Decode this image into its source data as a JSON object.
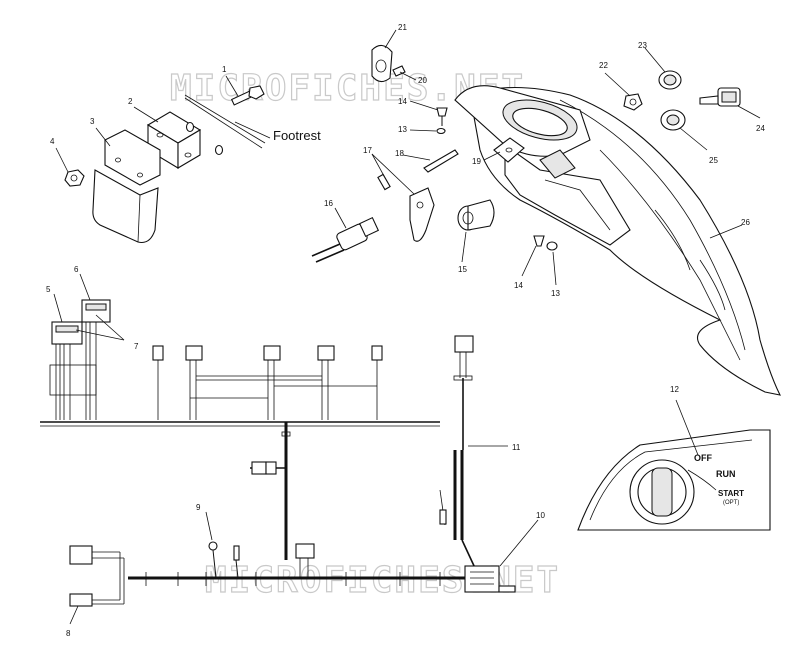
{
  "diagram": {
    "watermarks": [
      "MICROFICHES.NET",
      "MICROFICHES.NET"
    ],
    "labels": {
      "footrest": "Footrest"
    },
    "callouts": {
      "c1": "1",
      "c2": "2",
      "c3": "3",
      "c4": "4",
      "c5": "5",
      "c6": "6",
      "c7": "7",
      "c8": "8",
      "c9": "9",
      "c10": "10",
      "c11": "11",
      "c12": "12",
      "c13a": "13",
      "c13b": "13",
      "c14a": "14",
      "c14b": "14",
      "c15": "15",
      "c16": "16",
      "c17": "17",
      "c18": "18",
      "c19": "19",
      "c20": "20",
      "c21": "21",
      "c22": "22",
      "c23": "23",
      "c24": "24",
      "c25": "25",
      "c26": "26"
    },
    "ignition": {
      "off": "OFF",
      "run": "RUN",
      "start": "START",
      "opt": "(OPT)"
    }
  }
}
